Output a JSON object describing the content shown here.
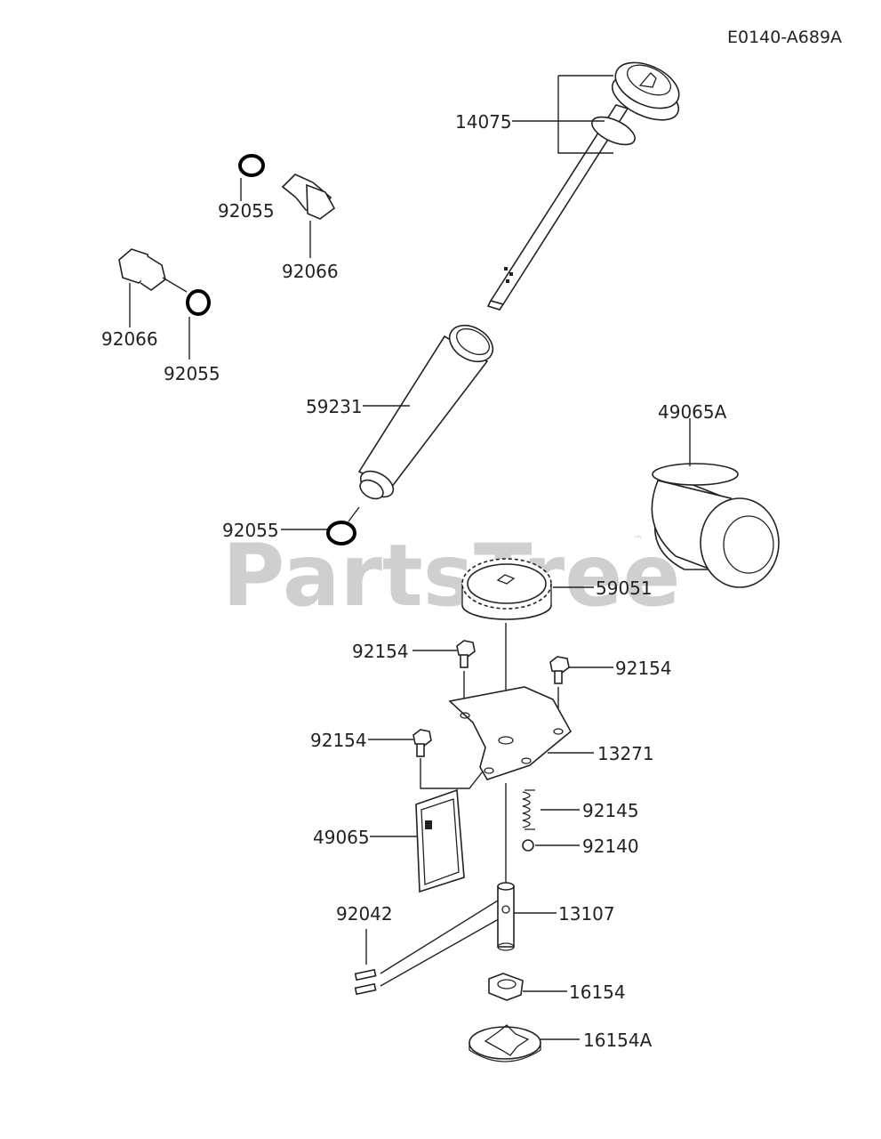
{
  "diagram_code": "E0140-A689A",
  "watermark": {
    "text": "PartsTree",
    "tm": "™"
  },
  "labels": {
    "p14075": "14075",
    "p92055_a": "92055",
    "p92066_a": "92066",
    "p92066_b": "92066",
    "p92055_b": "92055",
    "p59231": "59231",
    "p49065A": "49065A",
    "p92055_c": "92055",
    "p59051": "59051",
    "p92154_a": "92154",
    "p92154_b": "92154",
    "p92154_c": "92154",
    "p13271": "13271",
    "p92145": "92145",
    "p49065": "49065",
    "p92140": "92140",
    "p92042": "92042",
    "p13107": "13107",
    "p16154": "16154",
    "p16154A": "16154A"
  }
}
